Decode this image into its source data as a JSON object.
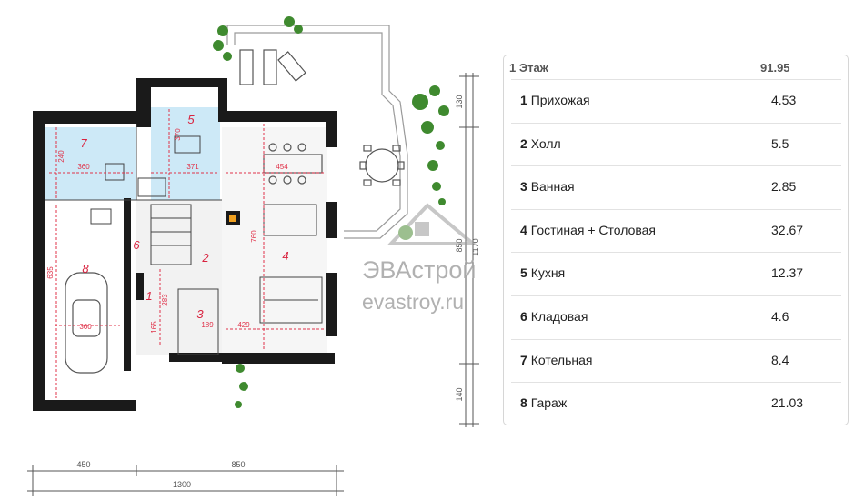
{
  "plan": {
    "rooms": [
      {
        "num": "1"
      },
      {
        "num": "2"
      },
      {
        "num": "3"
      },
      {
        "num": "4"
      },
      {
        "num": "5"
      },
      {
        "num": "6"
      },
      {
        "num": "7"
      },
      {
        "num": "8"
      }
    ],
    "dims": {
      "d360a": "360",
      "d240": "240",
      "d370": "370",
      "d371": "371",
      "d454": "454",
      "d760": "760",
      "d635": "635",
      "d283": "283",
      "d165": "165",
      "d360b": "360",
      "d189": "189",
      "d429": "429",
      "d130": "130",
      "d1170": "1170",
      "d850r": "850",
      "d140": "140",
      "b450": "450",
      "b850": "850",
      "b1300": "1300"
    },
    "watermark": {
      "brand": "ЭВАстрой",
      "site": "evastroy.ru"
    }
  },
  "table": {
    "header": {
      "name": "1 Этаж",
      "value": "91.95"
    },
    "rows": [
      {
        "num": "1",
        "name": "Прихожая",
        "value": "4.53"
      },
      {
        "num": "2",
        "name": "Холл",
        "value": "5.5"
      },
      {
        "num": "3",
        "name": "Ванная",
        "value": "2.85"
      },
      {
        "num": "4",
        "name": "Гостиная + Столовая",
        "value": "32.67"
      },
      {
        "num": "5",
        "name": "Кухня",
        "value": "12.37"
      },
      {
        "num": "6",
        "name": "Кладовая",
        "value": "4.6"
      },
      {
        "num": "7",
        "name": "Котельная",
        "value": "8.4"
      },
      {
        "num": "8",
        "name": "Гараж",
        "value": "21.03"
      }
    ]
  },
  "colors": {
    "wall": "#1a1a1a",
    "blue_room": "#cde9f7",
    "dim_red": "#e0334a",
    "plant": "#3f8a2f"
  }
}
